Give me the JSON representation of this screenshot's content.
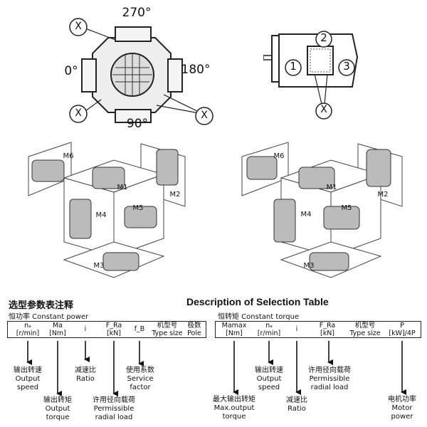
{
  "mounting_top_left": {
    "angles": [
      "270°",
      "0°",
      "180°",
      "90°"
    ],
    "markers": [
      "X",
      "X",
      "X"
    ]
  },
  "mounting_top_right": {
    "positions": [
      "1",
      "2",
      "3"
    ],
    "marker": "X"
  },
  "cube_labels": [
    "M6",
    "M1",
    "M2",
    "M4",
    "M5",
    "M3"
  ],
  "titles": {
    "cn": "选型参数表注释",
    "en": "Description of Selection Table"
  },
  "left_table": {
    "subtitle": "恒功率   Constant power",
    "headers": [
      {
        "sym": "nₐ",
        "unit": "[r/min]"
      },
      {
        "sym": "Ma",
        "unit": "[Nm]"
      },
      {
        "sym": "i",
        "unit": ""
      },
      {
        "sym": "F_Ra",
        "unit": "[kN]"
      },
      {
        "sym": "f_B",
        "unit": ""
      },
      {
        "sym": "机型号",
        "unit": "Type size"
      },
      {
        "sym": "极数",
        "unit": "Pole"
      }
    ],
    "notes": [
      [
        "输出转速",
        "Output",
        "speed"
      ],
      [
        "输出转矩",
        "Output",
        "torque"
      ],
      [
        "减速比",
        "Ratio"
      ],
      [
        "许用径向载荷",
        "Permissible",
        "radial load"
      ],
      [
        "使用系数",
        "Service",
        "factor"
      ]
    ]
  },
  "right_table": {
    "subtitle": "恒转矩   Constant torque",
    "headers": [
      {
        "sym": "Mamax",
        "unit": "[Nm]"
      },
      {
        "sym": "nₐ",
        "unit": "[r/min]"
      },
      {
        "sym": "i",
        "unit": ""
      },
      {
        "sym": "F_Ra",
        "unit": "[kN]"
      },
      {
        "sym": "机型号",
        "unit": "Type size"
      },
      {
        "sym": "P",
        "unit": "[kW]/4P"
      }
    ],
    "notes": [
      [
        "最大输出转矩",
        "Max.output",
        "torque"
      ],
      [
        "输出转速",
        "Output",
        "speed"
      ],
      [
        "减速比",
        "Ratio"
      ],
      [
        "许用径向载荷",
        "Permissible",
        "radial load"
      ],
      [
        "电机功率",
        "Motor",
        "power"
      ]
    ]
  }
}
